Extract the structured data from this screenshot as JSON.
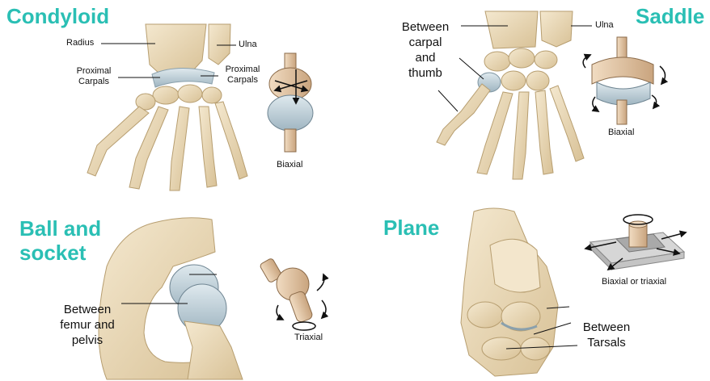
{
  "panels": {
    "condyloid": {
      "title": "Condyloid",
      "label_radius": "Radius",
      "label_ulna": "Ulna",
      "label_proximal_carpals_left_1": "Proximal",
      "label_proximal_carpals_left_2": "Carpals",
      "label_proximal_carpals_right_1": "Proximal",
      "label_proximal_carpals_right_2": "Carpals",
      "movement": "Biaxial"
    },
    "saddle": {
      "title": "Saddle",
      "label_between_1": "Between",
      "label_between_2": "carpal",
      "label_between_3": "and",
      "label_between_4": "thumb",
      "label_ulna": "Ulna",
      "movement": "Biaxial"
    },
    "ball_socket": {
      "title_1": "Ball and",
      "title_2": "socket",
      "label_between_1": "Between",
      "label_between_2": "femur and",
      "label_between_3": "pelvis",
      "movement": "Triaxial"
    },
    "plane": {
      "title": "Plane",
      "movement": "Biaxial or triaxial",
      "label_between_1": "Between",
      "label_between_2": "Tarsals"
    }
  },
  "colors": {
    "title": "#2abfb4",
    "bone": "#ead9b6",
    "bone_shadow": "#c9b488",
    "cartilage": "#b9cbd4",
    "model": "#e6c9a8"
  }
}
